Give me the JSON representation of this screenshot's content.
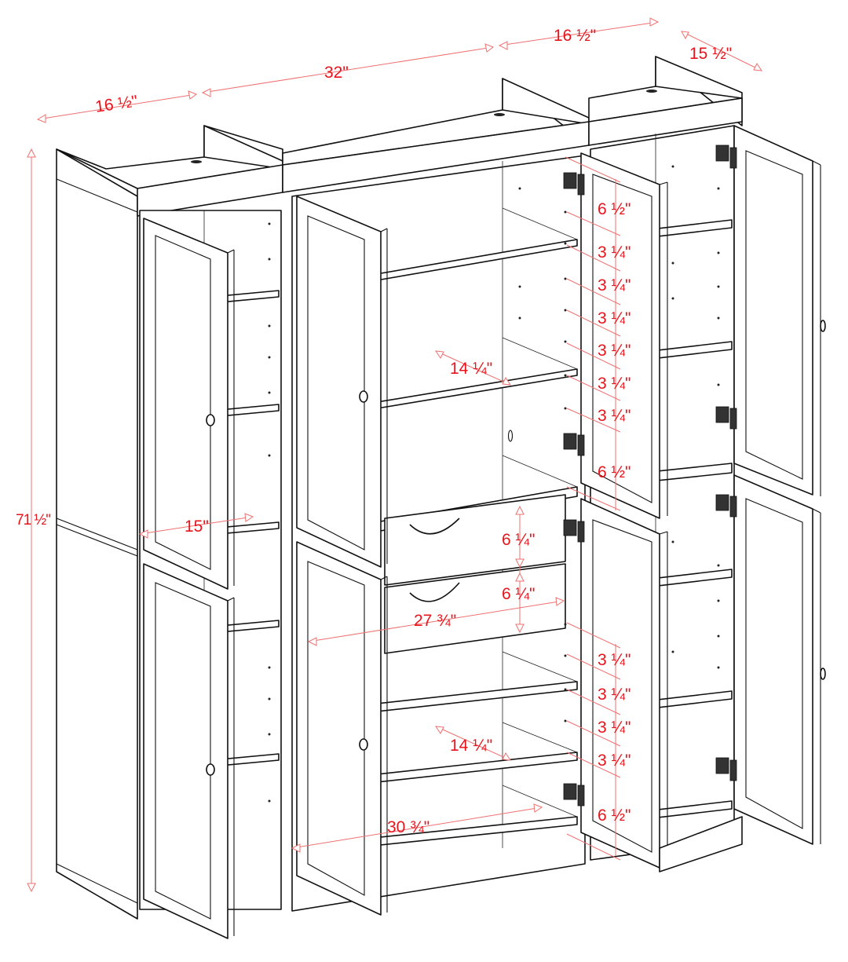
{
  "diagram": {
    "subject": "Modular storage cabinet set with glass and panel doors, drawers and adjustable shelves",
    "accent_color": "#e8141c",
    "dimension_line_color": "#f07070",
    "line_color": "#111111",
    "background": "#ffffff"
  },
  "dimensions": {
    "overall_height": "71 ½\"",
    "left_cabinet_width": "16 ½\"",
    "center_cabinet_width": "32\"",
    "right_cabinet_width": "16 ½\"",
    "depth": "15 ½\"",
    "side_shelf_depth": "15\"",
    "upper_shelf_depth": "14 ¼\"",
    "lower_shelf_depth": "14 ¼\"",
    "drawer_height_top": "6 ¼\"",
    "drawer_height_bottom": "6 ¼\"",
    "drawer_width": "27 ¾\"",
    "lower_interior_width": "30 ¾\"",
    "upper_spacing": [
      "6 ½\"",
      "3 ¼\"",
      "3 ¼\"",
      "3 ¼\"",
      "3 ¼\"",
      "3 ¼\"",
      "3 ¼\"",
      "6 ½\""
    ],
    "lower_spacing": [
      "3 ¼\"",
      "3 ¼\"",
      "3 ¼\"",
      "3 ¼\"",
      "6 ½\""
    ]
  }
}
